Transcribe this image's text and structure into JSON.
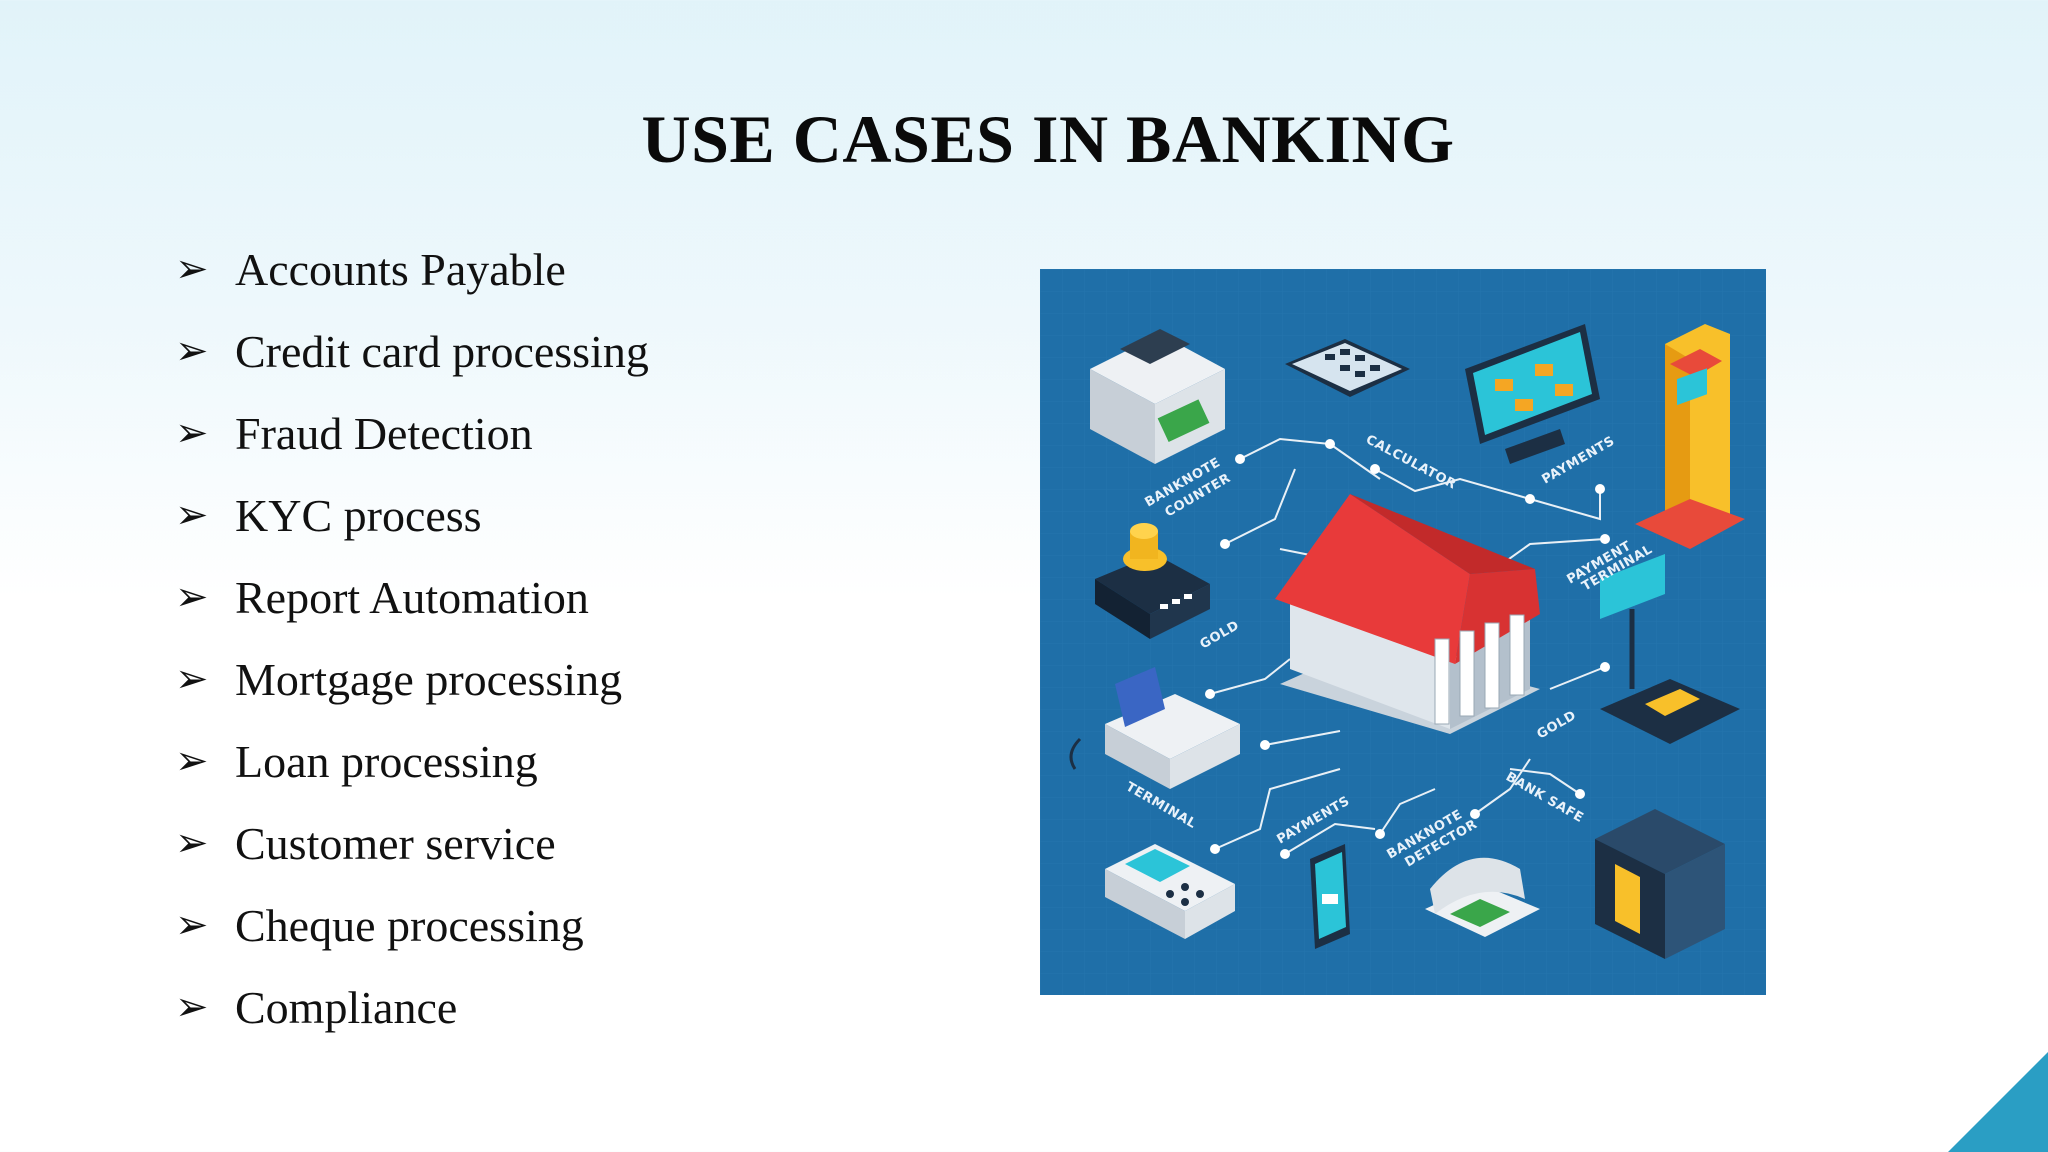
{
  "slide": {
    "title": "USE CASES IN BANKING",
    "bullet_symbol": "➢",
    "items": [
      "Accounts Payable",
      "Credit card processing",
      "Fraud Detection",
      "KYC process",
      "Report Automation",
      "Mortgage processing",
      "Loan processing",
      "Customer service",
      "Cheque processing",
      "Compliance"
    ]
  },
  "illustration": {
    "background_color": "#1f6fa8",
    "labels": {
      "banknote_counter": [
        "BANKNOTE",
        "COUNTER"
      ],
      "calculator": "CALCULATOR",
      "payments_top": "PAYMENTS",
      "payment_terminal": [
        "PAYMENT",
        "TERMINAL"
      ],
      "gold_left": "GOLD",
      "gold_right": "GOLD",
      "terminal": "TERMINAL",
      "payments_bottom": "PAYMENTS",
      "banknote_detector": [
        "BANKNOTE",
        "DETECTOR"
      ],
      "bank_safe": "BANK SAFE"
    }
  },
  "colors": {
    "accent_corner": "#2a9ec4",
    "roof": "#e83a3a",
    "title_text": "#0a0a0a"
  }
}
